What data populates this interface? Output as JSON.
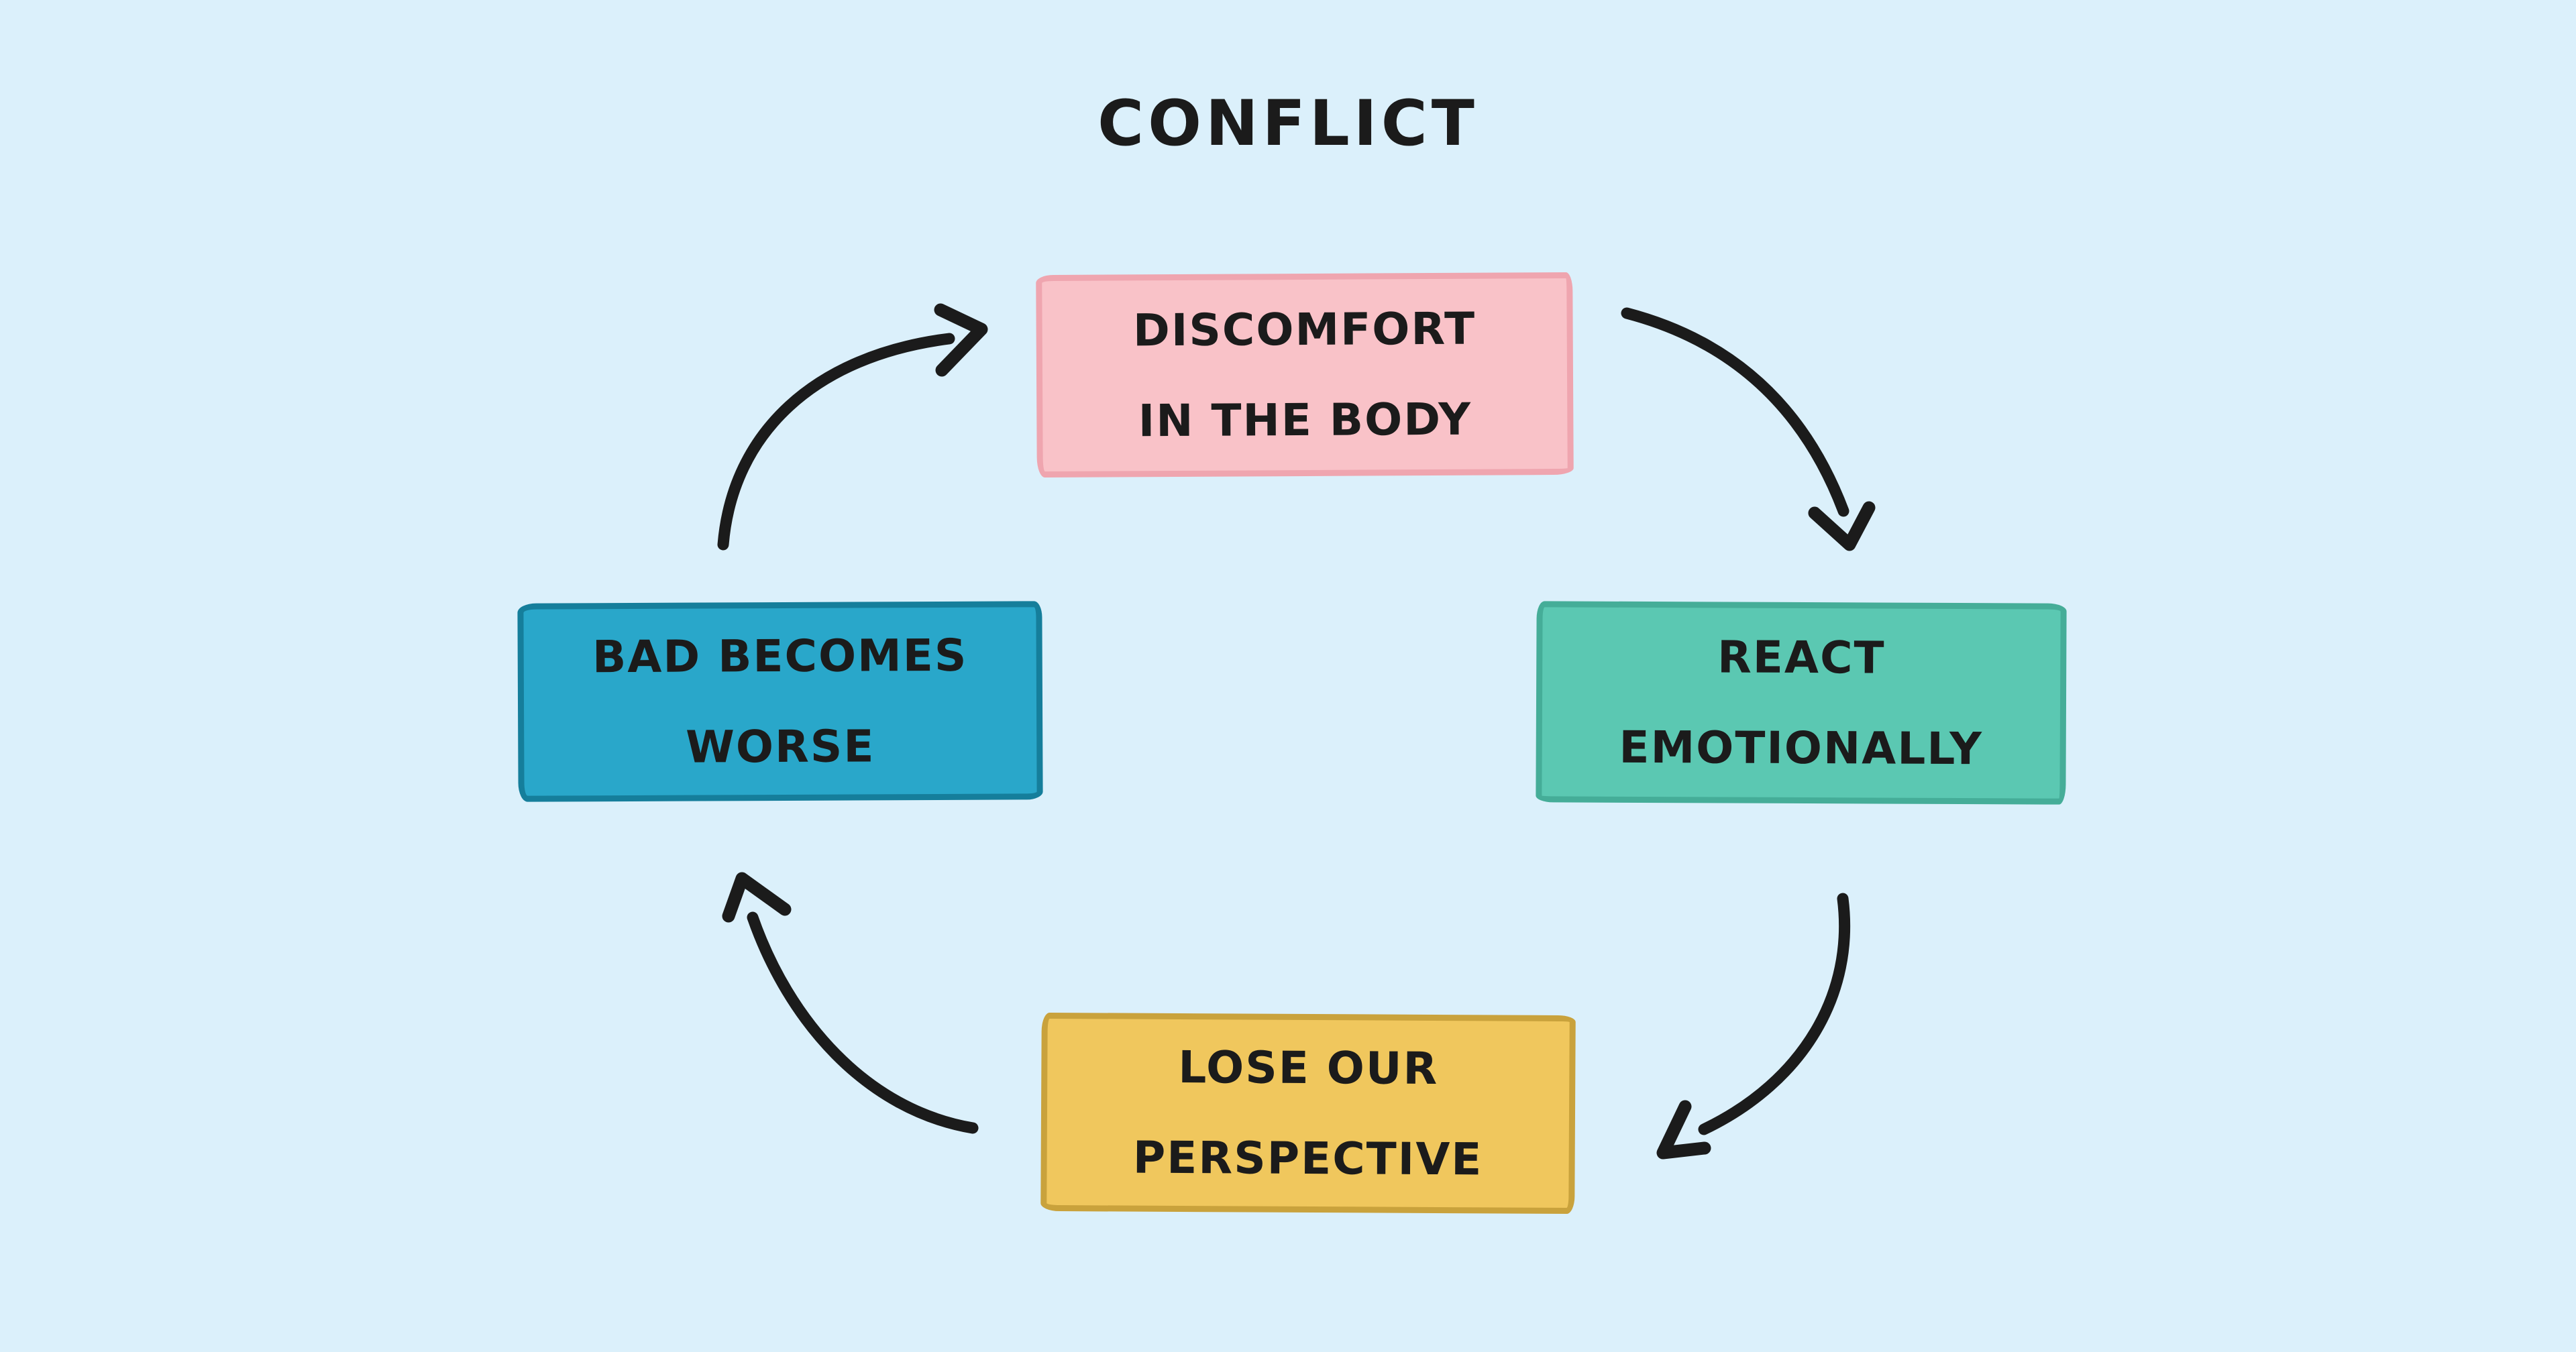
{
  "title": "CONFLICT",
  "colors": {
    "background": "#DBF0FB",
    "ink": "#1B1B1B",
    "discomfort_fill": "#F9C2C8",
    "discomfort_border": "#EFA5AF",
    "react_fill": "#5BC8B2",
    "react_border": "#45AD98",
    "lose_fill": "#F0C75D",
    "lose_border": "#C9A23C",
    "bad_fill": "#29A7CA",
    "bad_border": "#157E9B"
  },
  "cycle": {
    "nodes": [
      {
        "id": "discomfort",
        "position": "top",
        "lines": [
          "DISCOMFORT",
          "IN THE BODY"
        ]
      },
      {
        "id": "react",
        "position": "right",
        "lines": [
          "REACT",
          "EMOTIONALLY"
        ]
      },
      {
        "id": "lose",
        "position": "bottom",
        "lines": [
          "LOSE OUR",
          "PERSPECTIVE"
        ]
      },
      {
        "id": "bad",
        "position": "left",
        "lines": [
          "BAD BECOMES",
          "WORSE"
        ]
      }
    ],
    "edges": [
      {
        "from": "bad",
        "to": "discomfort"
      },
      {
        "from": "discomfort",
        "to": "react"
      },
      {
        "from": "react",
        "to": "lose"
      },
      {
        "from": "lose",
        "to": "bad"
      }
    ]
  }
}
